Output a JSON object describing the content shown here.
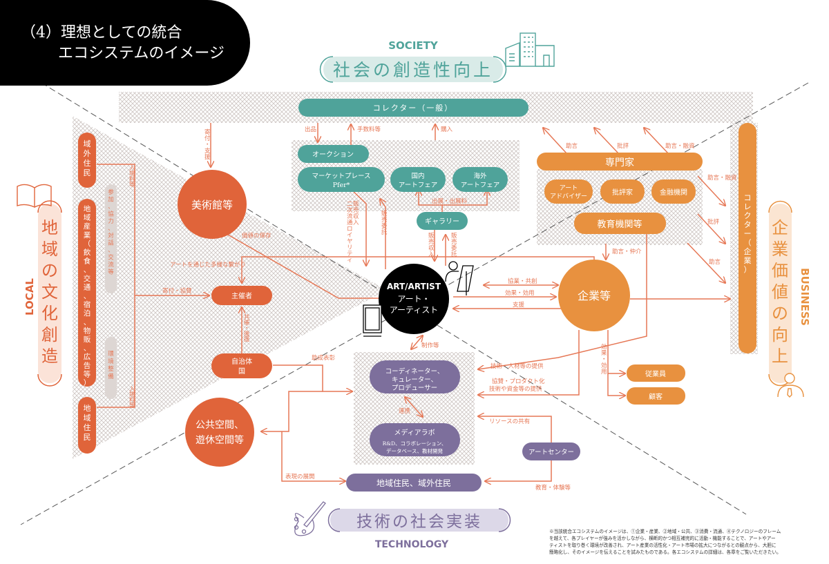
{
  "colors": {
    "teal": "#4fa39a",
    "teal_light": "#d9ebe8",
    "orange": "#e8913f",
    "orange_light": "#fbe5d2",
    "red": "#e0643a",
    "red_light": "#fbe3d8",
    "purple": "#7d6f9c",
    "purple_light": "#dcd8e8",
    "gray_pill": "#ddd6d3",
    "arrow": "#e67755",
    "black": "#000000"
  },
  "header": {
    "line1": "（4）理想としての統合",
    "line2": "エコシステムのイメージ"
  },
  "quadrants": {
    "society": {
      "en": "SOCIETY",
      "jp": "社会の創造性向上",
      "icon": "buildings-icon"
    },
    "local": {
      "en": "LOCAL",
      "jp": "地域の文化創造",
      "icon": "book-icon"
    },
    "business": {
      "en": "BUSINESS",
      "jp": "企業価値の向上",
      "icon": "businessperson-icon"
    },
    "technology": {
      "en": "TECHNOLOGY",
      "jp": "技術の社会実装",
      "icon": "palette-icon"
    }
  },
  "nodes": {
    "collector_general": "コレクター（一般）",
    "auction": "オークション",
    "marketplace": [
      "マーケットプレース",
      "Pfer*"
    ],
    "domestic_fair": [
      "国内",
      "アートフェア"
    ],
    "overseas_fair": [
      "海外",
      "アートフェア"
    ],
    "gallery": "ギャラリー",
    "experts": "専門家",
    "art_advisor": [
      "アート",
      "アドバイザー"
    ],
    "critic": "批評家",
    "financial": "金融機関",
    "education": "教育機関等",
    "collector_corp": "コレクター（企業）",
    "museum": "美術館等",
    "organizer": "主催者",
    "municipality": [
      "自治体",
      "国"
    ],
    "public_space": [
      "公共空間、",
      "遊休空間等"
    ],
    "artist_en": "ART/ARTIST",
    "artist_jp": [
      "アート・",
      "アーティスト"
    ],
    "company": "企業等",
    "employee": "従業員",
    "customer": "顧客",
    "coordinator": [
      "コーディネーター、",
      "キュレーター、",
      "プロデューサー"
    ],
    "media_lab": "メディアラボ",
    "media_lab_sub": [
      "R&D、コラボレーション、",
      "データベース、教材開発"
    ],
    "art_center": "アートセンター",
    "residents": "地域住民、域外住民",
    "outside_residents": "域外住民",
    "local_industry": "地域産業（飲食、交通、宿泊、物販、広告等）",
    "local_residents": "地域住民",
    "participation": "参加、協力、対話、交流等",
    "environment": "環境整備"
  },
  "labels": {
    "donation_support": "寄付・支援",
    "consign_out": "出品",
    "fee": "手数料等",
    "purchase": "購入",
    "advice": "助言",
    "critique": "批評",
    "advice_finance": "助言・融資",
    "advice_finance_r": "助言・融資",
    "critique_r": "批評",
    "advice_r": "助言",
    "exhibit_fee": "出展・出展料",
    "sales_income_secondary": [
      "販売収入",
      "二次流通ロイヤリティ"
    ],
    "sales_consign": "販売委託",
    "gallery_income": "販売収入",
    "gallery_consign": "販売委託",
    "value_preserve": "価値の保存",
    "diverse_connection": "アートを通じた多様な繋がり",
    "donation_sponsor": "寄付・協賛",
    "co_host": "共催・後援",
    "entry_fee_top": "入場料等",
    "entry_fee_bottom": "入場料等",
    "collab": "協業・共創",
    "effect": "効果・効用",
    "support": "支援",
    "advice_mediate": "助言・仲介",
    "production": "制作等",
    "subsidy": "助成表彰",
    "tech_talent": "技術・人材等の提供",
    "sponsorship": [
      "協賛・プロダクト化",
      "技術や資金等の提供"
    ],
    "resource_share": "リソースの共有",
    "linkage": "連携",
    "expression": "表現の展開",
    "edu_experience": "教育・体験等",
    "effect_v": "効果・効用"
  },
  "footnote": [
    "※当該統合エコシステムのイメージは、①企業・産業、②地域・公共、③消費・流通、④テクノロジーのフレーム",
    "を越えて、各プレイヤーが強みを活かしながら、横断的かつ相互補完的に活動・機能することで、アートやアー",
    "ティストを取り巻く環境が改善され、アート産業の活性化・アート市場の拡大につながるとの観点から、大胆に",
    "簡略化し、そのイメージを伝えることを試みたものである。各エコシステムの詳細は、各章をご覧いただきたい。"
  ]
}
